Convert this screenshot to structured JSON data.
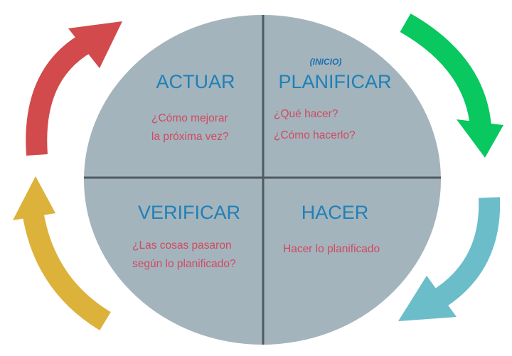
{
  "colors": {
    "circle": "#a3b4bc",
    "divider": "#4f5a61",
    "title": "#1f80b8",
    "question": "#d04a62",
    "arrow_actuar": "#d24a4c",
    "arrow_planificar": "#08c85f",
    "arrow_hacer": "#6bbdc9",
    "arrow_verificar": "#dcb23a"
  },
  "quadrants": {
    "actuar": {
      "title": "ACTUAR",
      "lines": [
        "¿Cómo mejorar",
        "la próxima vez?"
      ]
    },
    "planificar": {
      "tag": "(INICIO)",
      "title": "PLANIFICAR",
      "lines": [
        "¿Qué hacer?",
        "¿Cómo hacerlo?"
      ]
    },
    "verificar": {
      "title": "VERIFICAR",
      "lines": [
        "¿Las cosas pasaron",
        "según lo planificado?"
      ]
    },
    "hacer": {
      "title": "HACER",
      "lines": [
        "Hacer lo planificado"
      ]
    }
  }
}
